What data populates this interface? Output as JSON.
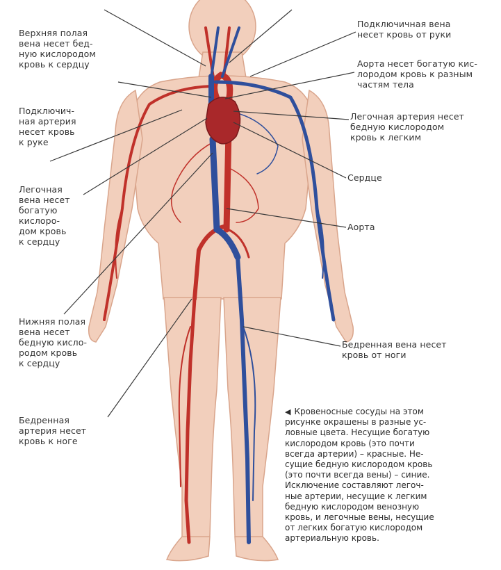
{
  "labels": {
    "superior_vena_cava": "Верхняя полая\nвена несет бед-\nную кислородом\nкровь к сердцу",
    "subclavian_artery": "Подключич-\nная артерия\nнесет кровь\nк руке",
    "pulmonary_vein": "Легочная\nвена несет\nбогатую\nкислоро-\nдом кровь\nк сердцу",
    "inferior_vena_cava": "Нижняя полая\nвена несет\nбедную кисло-\nродом кровь\nк сердцу",
    "femoral_artery": "Бедренная\nартерия несет\nкровь к ноге",
    "subclavian_vein": "Подключичная вена\nнесет кровь от руки",
    "aorta_rich": "Аорта несет богатую кис-\nлородом кровь к разным\nчастям тела",
    "pulmonary_artery": "Легочная артерия несет\nбедную кислородом\nкровь к легким",
    "heart": "Сердце",
    "aorta": "Аорта",
    "femoral_vein": "Бедренная вена несет\nкровь от ноги"
  },
  "caption": {
    "marker": "◀",
    "text": "Кровеносные сосуды на этом\nрисунке окрашены в разные ус-\nловные цвета. Несущие богатую\nкислородом кровь (это почти\nвсегда артерии) – красные. Не-\nсущие бедную кислородом кровь\n(это почти всегда вены) – синие.\nИсключение составляют легоч-\nные артерии, несущие к легким\nбедную кислородом венозную\nкровь, и легочные вены, несущие\nот легких богатую кислородом\nартериальную кровь."
  },
  "colors": {
    "skin": "#f2cfbc",
    "skin_edge": "#d9a58c",
    "artery": "#c0312a",
    "vein": "#2f4f9c",
    "heart": "#a9282a",
    "leader": "#3a3a3a"
  }
}
